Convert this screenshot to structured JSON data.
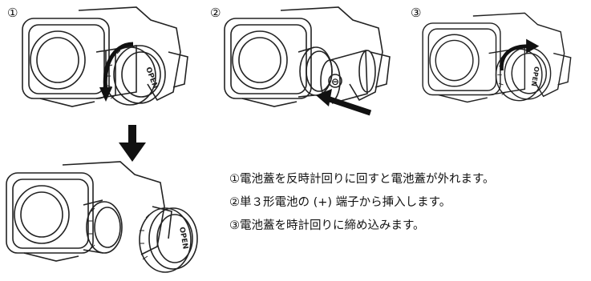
{
  "steps": [
    {
      "marker": "①",
      "instruction": "①電池蓋を反時計回りに回すと電池蓋が外れます。"
    },
    {
      "marker": "②",
      "instruction": "②単３形電池の (+) 端子から挿入します。"
    },
    {
      "marker": "③",
      "instruction": "③電池蓋を時計回りに締め込みます。"
    }
  ],
  "cap_text": "OPEN",
  "battery_symbol": "⊖"
}
